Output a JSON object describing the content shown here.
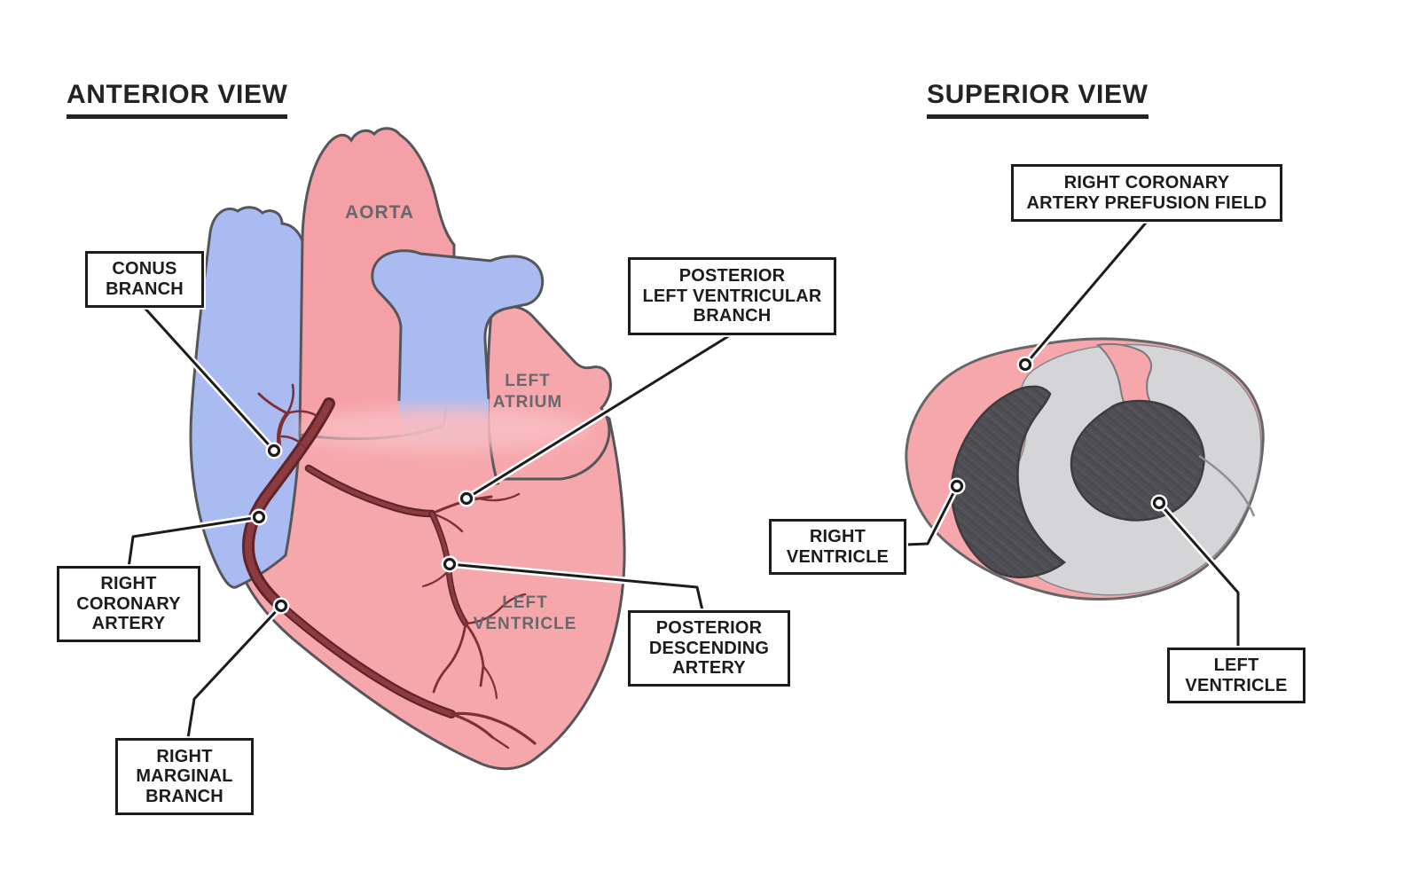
{
  "anterior_view": {
    "title": "ANTERIOR VIEW",
    "anatomy_labels": {
      "aorta": "AORTA",
      "left_atrium": "LEFT\nATRIUM",
      "left_ventricle": "LEFT\nVENTRICLE"
    },
    "callouts": {
      "conus_branch": {
        "label": "CONUS\nBRANCH"
      },
      "posterior_left_ventricular_branch": {
        "label": "POSTERIOR\nLEFT VENTRICULAR\nBRANCH"
      },
      "right_coronary_artery": {
        "label": "RIGHT\nCORONARY\nARTERY"
      },
      "posterior_descending_artery": {
        "label": "POSTERIOR\nDESCENDING\nARTERY"
      },
      "right_marginal_branch": {
        "label": "RIGHT\nMARGINAL\nBRANCH"
      }
    }
  },
  "superior_view": {
    "title": "SUPERIOR VIEW",
    "callouts": {
      "right_coronary_artery_prefusion_field": {
        "label": "RIGHT CORONARY\nARTERY PREFUSION FIELD"
      },
      "right_ventricle": {
        "label": "RIGHT\nVENTRICLE"
      },
      "left_ventricle": {
        "label": "LEFT\nVENTRICLE"
      }
    }
  },
  "colors": {
    "myocardium_pink": "#F6A7AC",
    "vessel_blue": "#A9BBF1",
    "coronary_artery_red": "#8C3B40",
    "artery_outline_red": "#5E2428",
    "outline_gray": "#55555A",
    "anatomy_label_gray": "#68686C",
    "callout_black": "#1C1C1C",
    "superior_wall_gray": "#D5D5D7",
    "ventricle_cavity_dark": "#4E4E53",
    "background": "#FFFFFF"
  }
}
